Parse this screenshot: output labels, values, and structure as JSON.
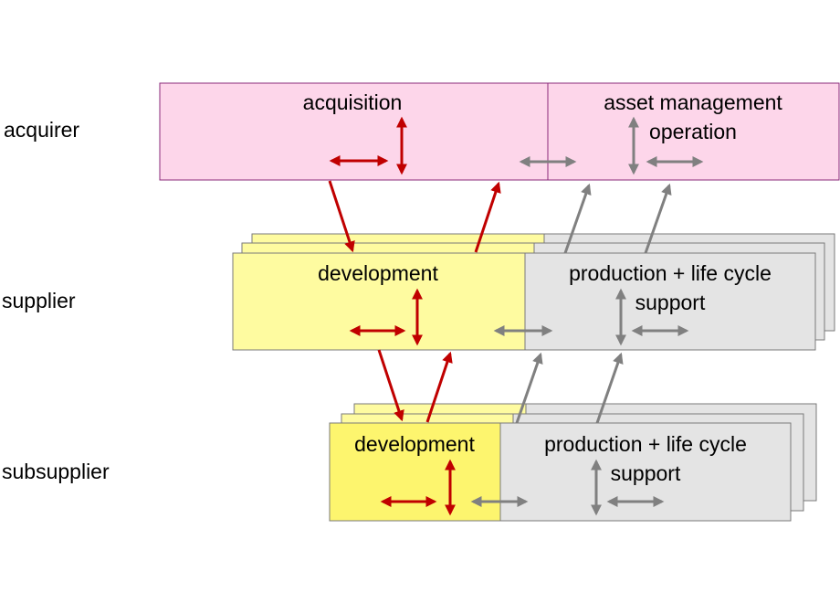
{
  "rows": {
    "acquirer": "acquirer",
    "supplier": "supplier",
    "subsupplier": "subsupplier"
  },
  "boxes": {
    "acquisition": "acquisition",
    "asset_line1": "asset management",
    "asset_line2": "operation",
    "supplier_development": "development",
    "supplier_production_line1": "production + life cycle",
    "supplier_production_line2": "support",
    "sub_development": "development",
    "sub_production_line1": "production + life cycle",
    "sub_production_line2": "support"
  },
  "colors": {
    "acquirer_fill": "#fdd6ea",
    "acquirer_border": "#8a2a7a",
    "development_fill": "#fefba0",
    "development_fill_sub": "#fdf56e",
    "production_fill": "#e4e4e4",
    "box_border": "#7a7a7a",
    "arrow_red": "#c00000",
    "arrow_gray": "#808080"
  }
}
